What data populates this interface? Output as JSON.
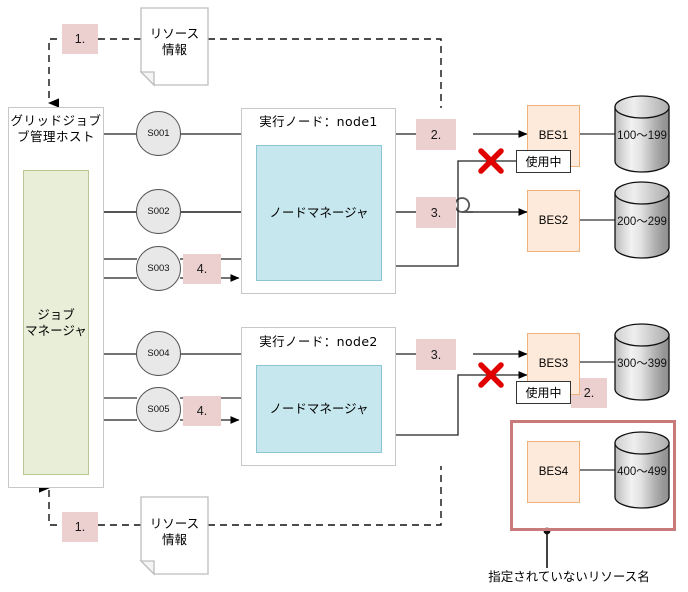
{
  "diagram": {
    "title": "grid-job-resource-allocation",
    "colors": {
      "chip_bg": "#eccfcf",
      "host_inner": "#e9eed8",
      "node_inner": "#c7e7ee",
      "bes_box": "#fdeada",
      "highlight_frame": "#c97b7b",
      "error_mark": "#e00000"
    }
  },
  "host": {
    "title": "グリッドジョブ\nブ管理ホスト",
    "manager_label": "ジョブ\nマネージャ"
  },
  "notes": {
    "top": {
      "label": "リソース\n情報",
      "step": "1."
    },
    "bottom": {
      "label": "リソース\n情報",
      "step": "1."
    }
  },
  "services": [
    {
      "id": "S001"
    },
    {
      "id": "S002"
    },
    {
      "id": "S003"
    },
    {
      "id": "S004"
    },
    {
      "id": "S005"
    }
  ],
  "nodes": [
    {
      "title": "実行ノード：node1",
      "manager_label": "ノードマネージャ"
    },
    {
      "title": "実行ノード：node2",
      "manager_label": "ノードマネージャ"
    }
  ],
  "steps": {
    "node1_out_top": "2.",
    "node1_out_mid": "3.",
    "node1_in": "4.",
    "node2_out": "3.",
    "node2_in": "4.",
    "bes3_inuse": "2."
  },
  "backends": [
    {
      "name": "BES1",
      "range": "100〜199",
      "in_use": "使用中"
    },
    {
      "name": "BES2",
      "range": "200〜299",
      "in_use": null
    },
    {
      "name": "BES3",
      "range": "300〜399",
      "in_use": "使用中"
    },
    {
      "name": "BES4",
      "range": "400〜499",
      "in_use": null
    }
  ],
  "annotation": {
    "caption": "指定されていないリソース名"
  }
}
